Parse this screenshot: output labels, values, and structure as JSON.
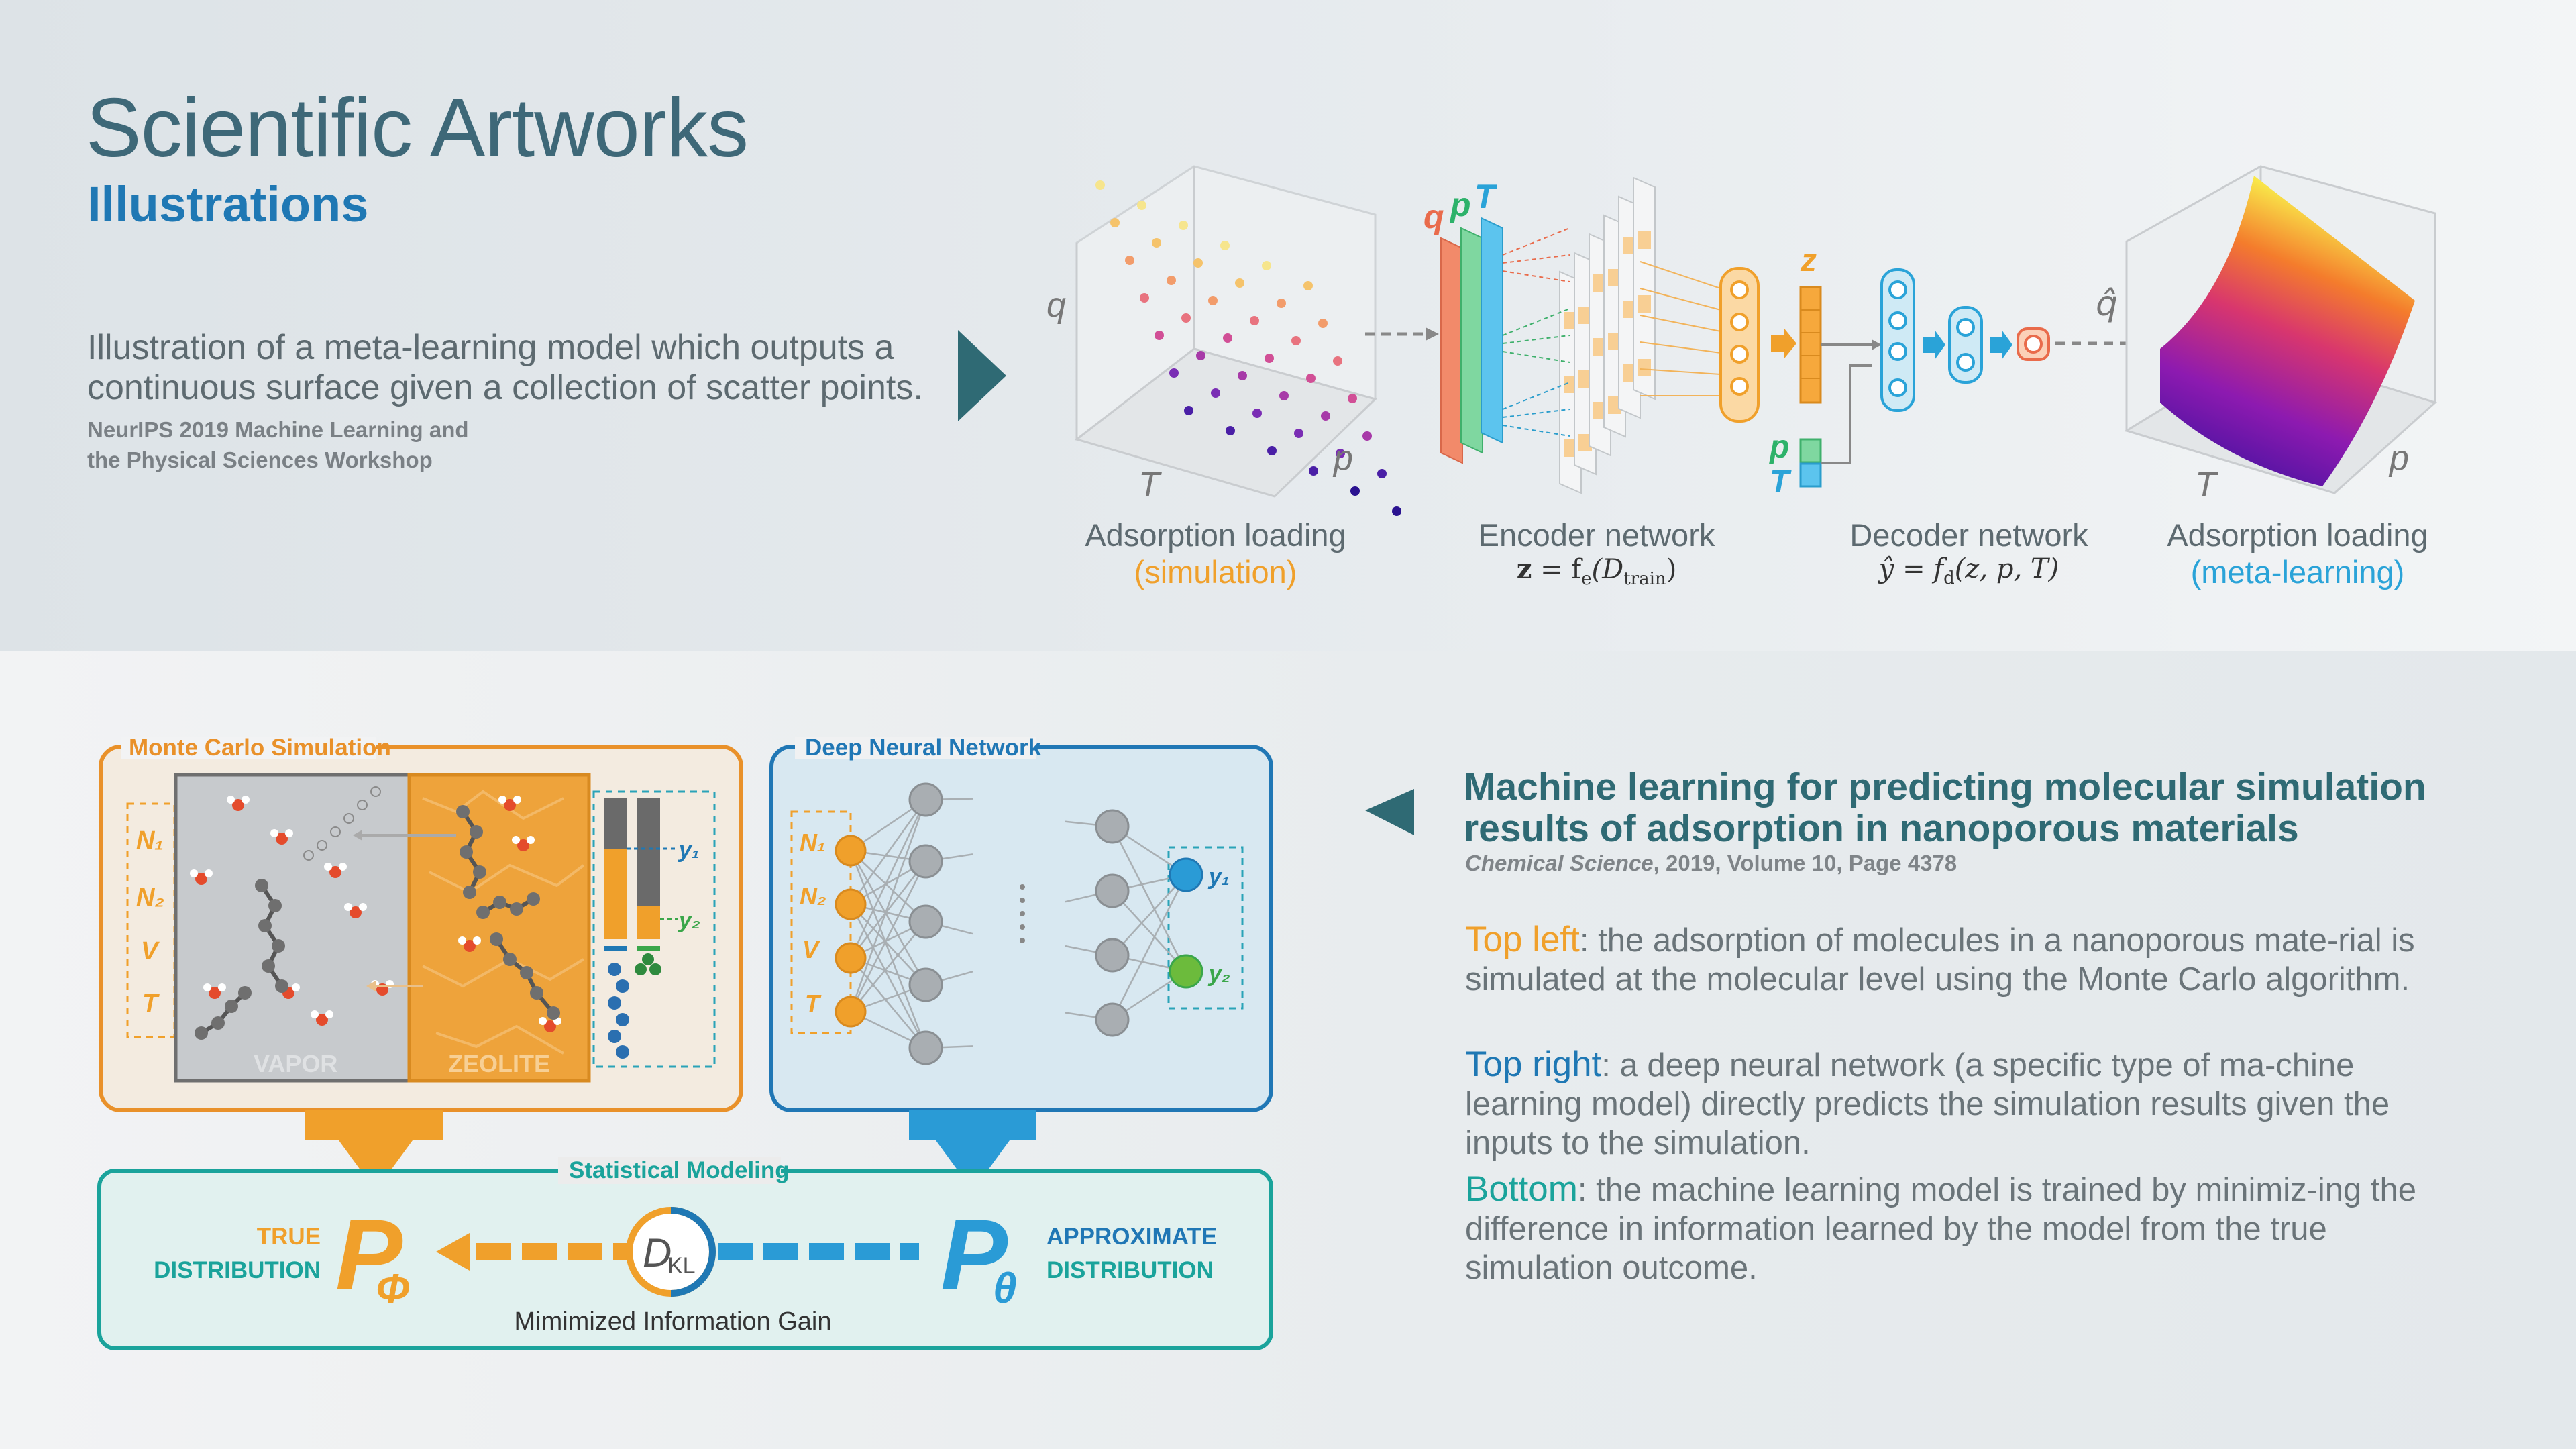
{
  "header": {
    "title": "Scientific Artworks",
    "subtitle": "Illustrations"
  },
  "top_section": {
    "description": "Illustration of a meta-learning model which outputs a continuous surface given a collection of scatter points.",
    "venue_line1": "NeurIPS 2019 Machine Learning and",
    "venue_line2": "the Physical Sciences Workshop",
    "figure": {
      "left_plot": {
        "axis_q": "q",
        "axis_T": "T",
        "axis_p": "p",
        "caption_line1": "Adsorption loading",
        "caption_line2": "(simulation)"
      },
      "encoder": {
        "label_q": "q",
        "label_p": "p",
        "label_T": "T",
        "caption": "Encoder network",
        "formula_bold": "z",
        "formula_rest": " = f",
        "formula_sub_e": "e",
        "formula_arg": "(D",
        "formula_sub_train": "train",
        "formula_close": ")"
      },
      "decoder": {
        "label_z": "z",
        "label_p": "p",
        "label_T": "T",
        "caption": "Decoder network",
        "formula": "ŷ = f",
        "formula_sub": "d",
        "formula_args": "(z, p, T)"
      },
      "right_plot": {
        "axis_q": "q̂",
        "axis_T": "T",
        "axis_p": "p",
        "caption_line1": "Adsorption loading",
        "caption_line2": "(meta-learning)"
      }
    }
  },
  "bottom_section": {
    "monte_carlo": {
      "title": "Monte Carlo Simulation",
      "inputs": [
        "N₁",
        "N₂",
        "V",
        "T"
      ],
      "vapor_label": "VAPOR",
      "zeolite_label": "ZEOLITE",
      "out_y1": "y₁",
      "out_y2": "y₂"
    },
    "dnn": {
      "title": "Deep Neural Network",
      "inputs": [
        "N₁",
        "N₂",
        "V",
        "T"
      ],
      "outputs": [
        "y₁",
        "y₂"
      ]
    },
    "stats": {
      "title": "Statistical Modeling",
      "true_line1": "TRUE",
      "true_line2": "DISTRIBUTION",
      "p_phi": "P",
      "phi": "Φ",
      "dkl_d": "D",
      "dkl_sub": "KL",
      "p_theta": "P",
      "theta": "θ",
      "approx_line1": "APPROXIMATE",
      "approx_line2": "DISTRIBUTION",
      "caption": "Mimimized Information Gain"
    },
    "right_title": "Machine learning for predicting molecular simulation results of adsorption in nanoporous materials",
    "right_venue_journal": "Chemical Science",
    "right_venue_rest": ", 2019, Volume 10, Page 4378",
    "paragraphs": [
      {
        "label": "Top left",
        "text": ": the adsorption of molecules in a nanoporous mate-rial is simulated at the molecular level using the Monte Carlo algorithm."
      },
      {
        "label": "Top right",
        "text": ": a deep neural network (a specific type of ma-chine learning model) directly predicts the simulation results given the inputs to the simulation."
      },
      {
        "label": "Bottom",
        "text": ": the machine learning model is trained by minimiz-ing the difference in information learned by the model from the true simulation outcome."
      }
    ]
  },
  "colors": {
    "accent_teal": "#2f6a74",
    "accent_blue": "#1f78b4",
    "orange": "#f0a02b",
    "mc_orange": "#e9912a",
    "teal_box": "#1aa39b"
  }
}
